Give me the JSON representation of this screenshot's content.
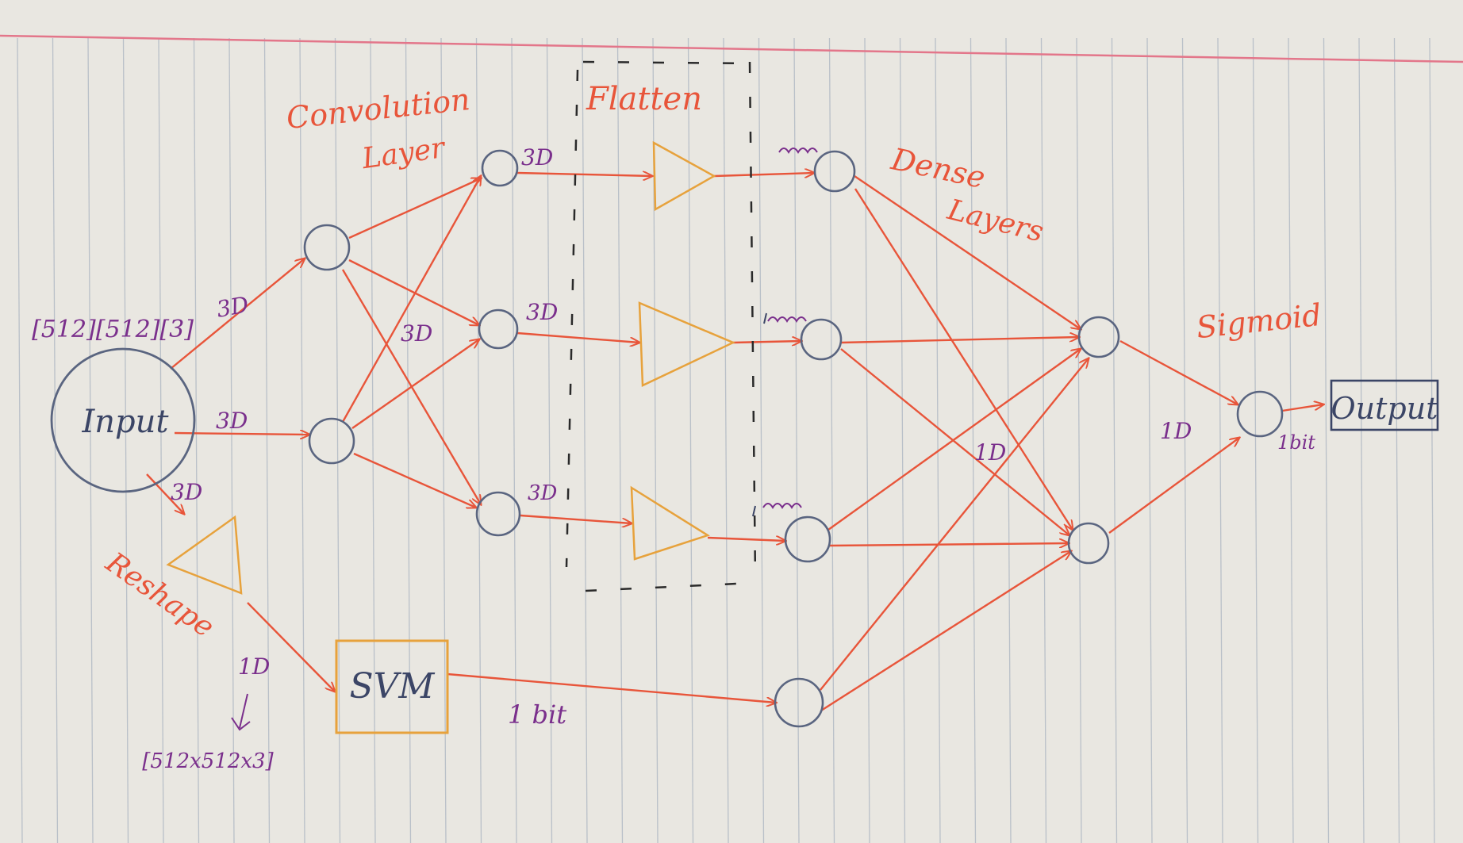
{
  "colors": {
    "paper": "#e9e7e1",
    "rule_line": "#b9c0c8",
    "margin_line": "#e3768a",
    "edge": "#e8553a",
    "node": "#5a6580",
    "flatten_block": "#e7a23c",
    "label_orange": "#e8553a",
    "label_purple": "#7a2f8c"
  },
  "labels": {
    "convolution_line1": "Convolution",
    "convolution_line2": "Layer",
    "flatten": "Flatten",
    "dense_line1": "Dense",
    "dense_line2": "Layers",
    "sigmoid": "Sigmoid",
    "reshape": "Reshape",
    "input": "Input",
    "svm": "SVM",
    "output": "Output",
    "input_shape": "[512][512][3]",
    "reshape_shape": "[512x512x3]",
    "edge_3d": "3D",
    "edge_1d": "1D",
    "svm_out": "1 bit",
    "out_bit": "1bit"
  },
  "icons": {
    "input_node": "circle-node-icon",
    "hidden_node": "circle-node-icon",
    "flatten_block": "triangle-flatten-icon",
    "reshape_block": "triangle-reshape-icon",
    "arrow": "arrow-head-icon"
  }
}
